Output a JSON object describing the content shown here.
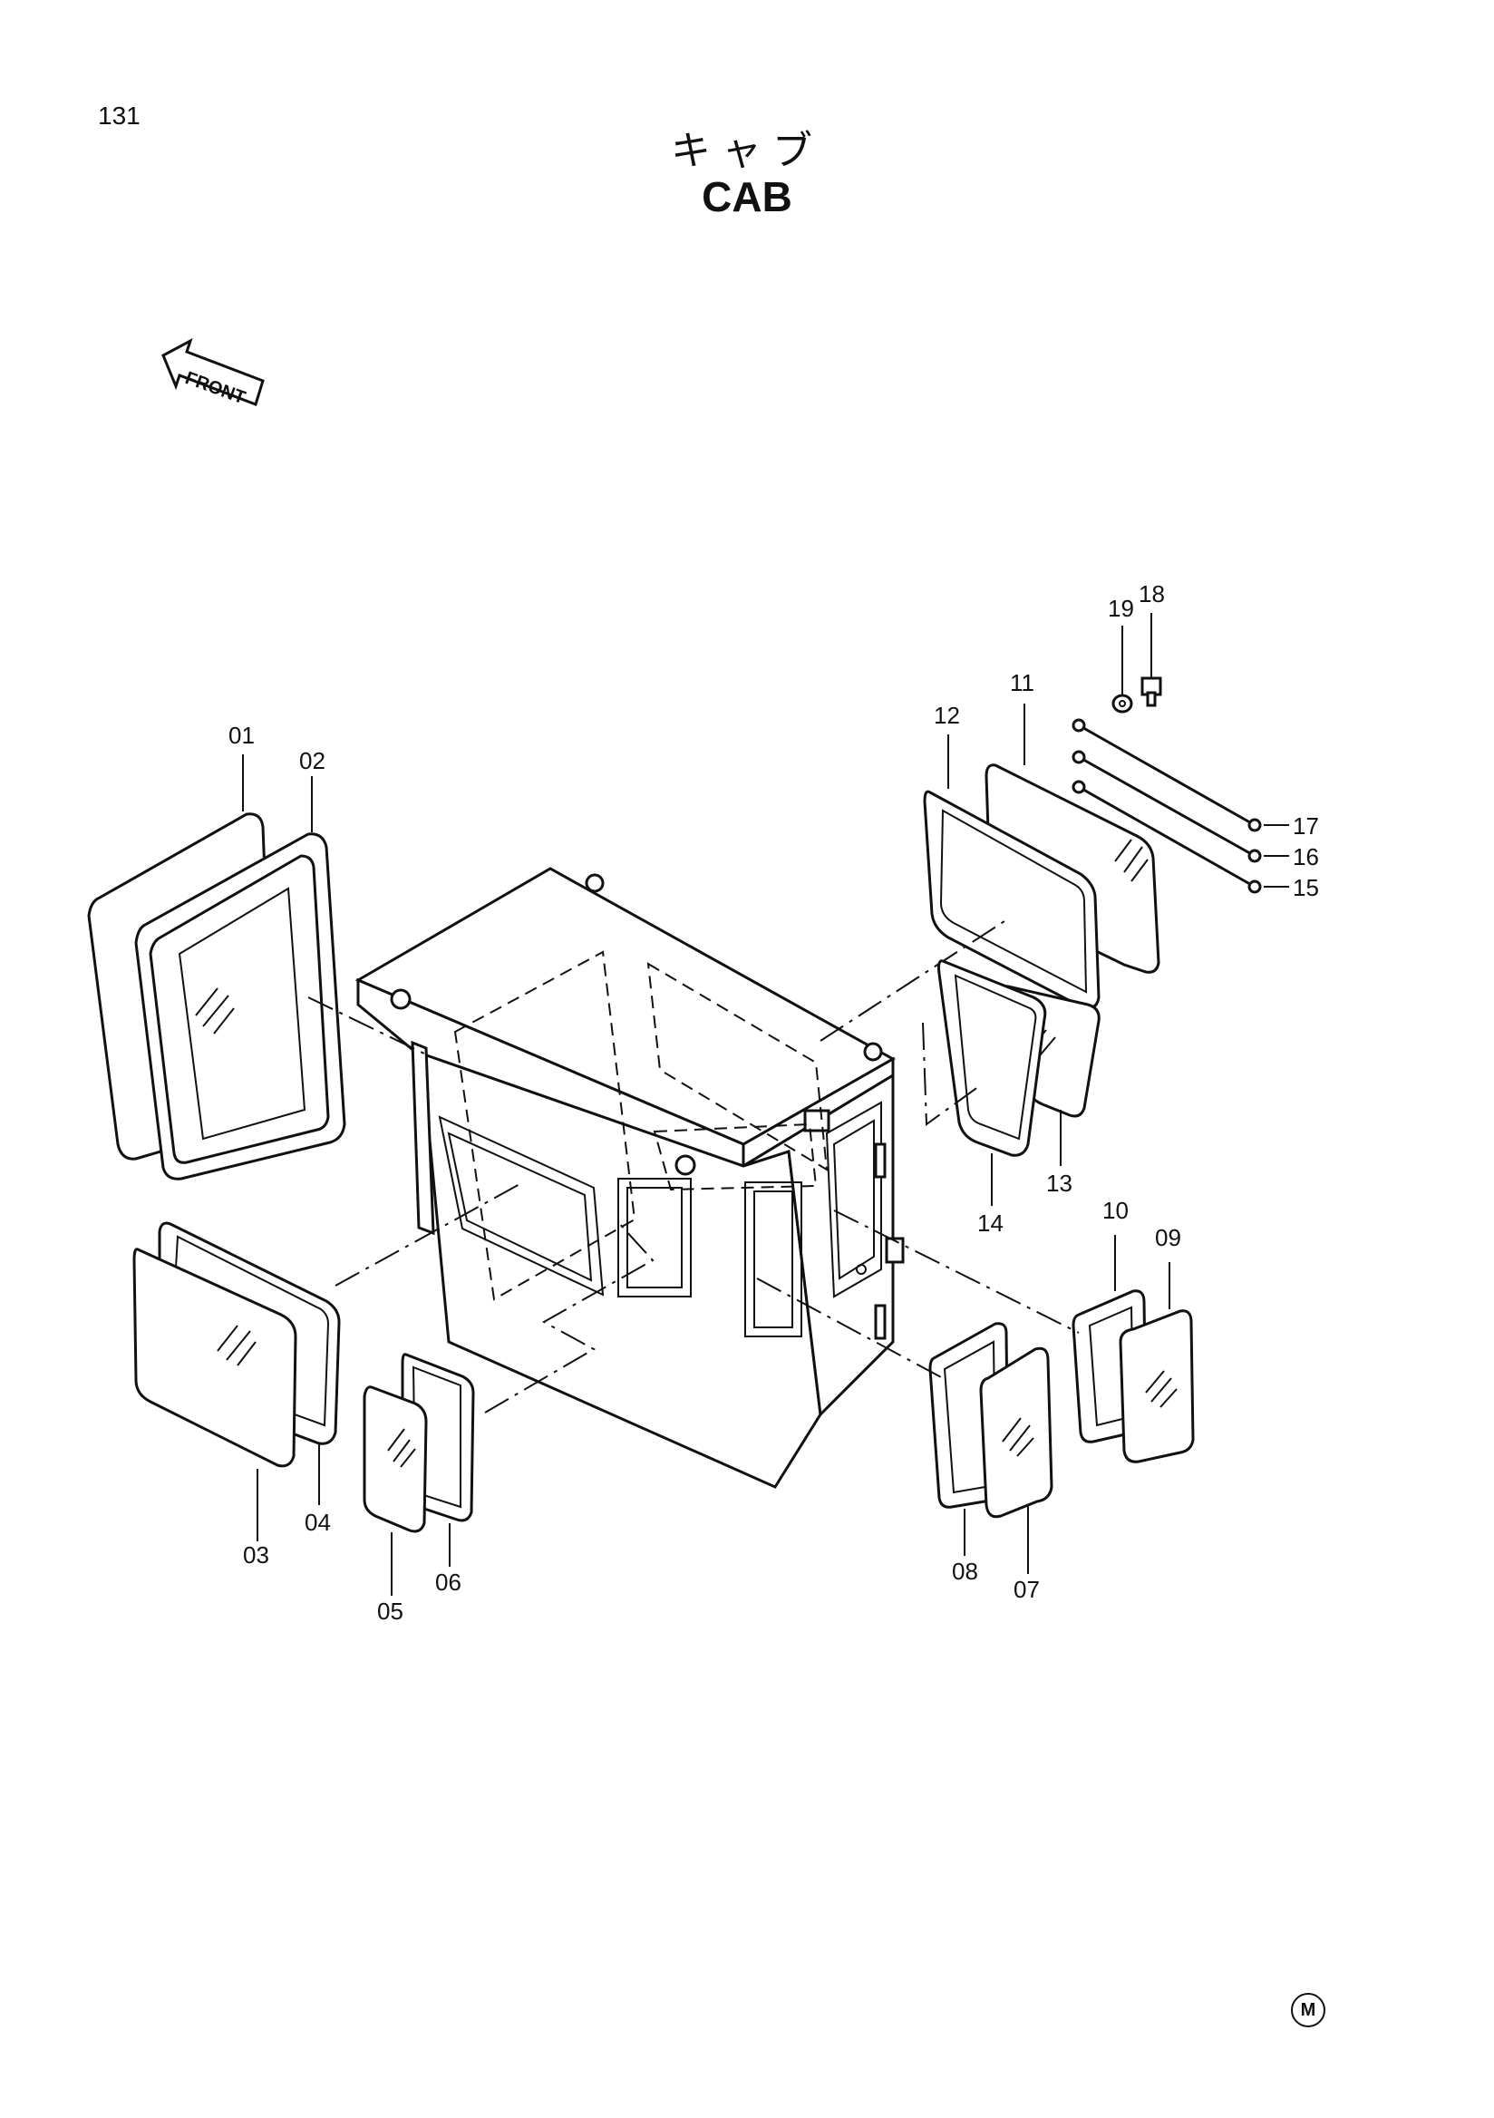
{
  "header": {
    "page_number": "131",
    "title_jp": "キャブ",
    "title_en": "CAB"
  },
  "front_arrow": {
    "label": "FRONT"
  },
  "callouts": {
    "c01": "01",
    "c02": "02",
    "c03": "03",
    "c04": "04",
    "c05": "05",
    "c06": "06",
    "c07": "07",
    "c08": "08",
    "c09": "09",
    "c10": "10",
    "c11": "11",
    "c12": "12",
    "c13": "13",
    "c14": "14",
    "c15": "15",
    "c16": "16",
    "c17": "17",
    "c18": "18",
    "c19": "19"
  },
  "footer": {
    "mark": "M"
  }
}
